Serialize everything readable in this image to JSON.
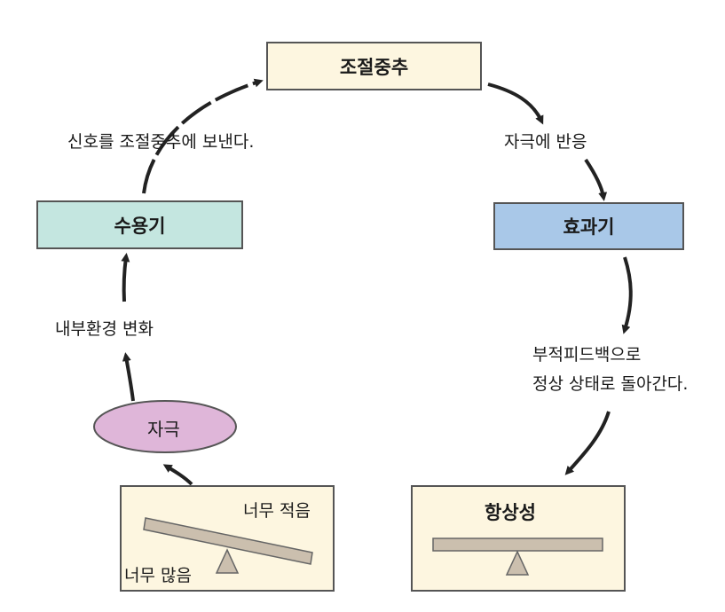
{
  "nodes": {
    "center": {
      "label": "조절중추",
      "color": "#fdf6e0"
    },
    "receptor": {
      "label": "수용기",
      "color": "#c4e6e0"
    },
    "effector": {
      "label": "효과기",
      "color": "#a9c8e8"
    },
    "stimulus": {
      "label": "자극",
      "color": "#dfb6d9"
    }
  },
  "edge_labels": {
    "send_signal": "신호를 조절중추에 보낸다.",
    "respond": "자극에 반응",
    "internal_change": "내부환경 변화",
    "feedback_line1": "부적피드백으로",
    "feedback_line2": "정상 상태로 돌아간다."
  },
  "imbalance_panel": {
    "too_little": "너무 적음",
    "too_much": "너무 많음",
    "panel_color": "#fdf6e0",
    "beam_color": "#cbbfae"
  },
  "homeostasis_panel": {
    "label": "항상성",
    "panel_color": "#fdf6e0",
    "beam_color": "#cbbfae"
  },
  "arrow_color": "#222222"
}
